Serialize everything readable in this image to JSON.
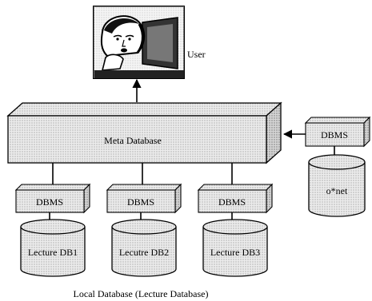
{
  "diagram": {
    "user": {
      "label": "User",
      "icon": "user-portrait-icon"
    },
    "meta_database": {
      "label": "Meta Database"
    },
    "local_dbms_boxes": [
      {
        "label": "DBMS"
      },
      {
        "label": "DBMS"
      },
      {
        "label": "DBMS"
      }
    ],
    "local_databases": [
      {
        "label": "Lecture DB1"
      },
      {
        "label": "Lecutre DB2"
      },
      {
        "label": "Lecture DB3"
      }
    ],
    "remote_dbms": {
      "label": "DBMS"
    },
    "remote_database": {
      "label": "o*net"
    },
    "caption": "Local Database (Lecture Database)",
    "colors": {
      "fill": "#d9d9d9",
      "stroke": "#000000",
      "background": "#ffffff"
    }
  }
}
